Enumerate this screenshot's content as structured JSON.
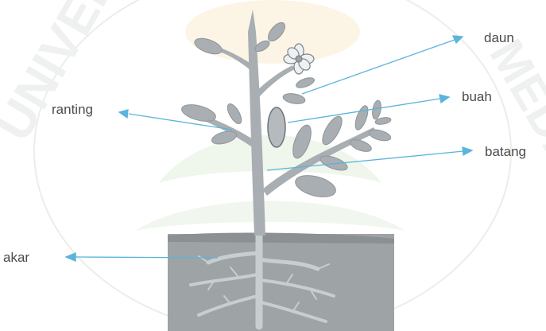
{
  "labels": {
    "daun": "daun",
    "buah": "buah",
    "ranting": "ranting",
    "batang": "batang",
    "akar": "akar"
  },
  "colors": {
    "arrow": "#5ab4dc",
    "plant": "#a8aeb2",
    "plant_dark": "#8f9599",
    "soil": "#9ea3a6",
    "soil_dark": "#8a9093",
    "flower": "#eef1f2",
    "root": "#c8cdd0",
    "label": "#4a4a4a",
    "watermark_gold": "#f3dcae",
    "watermark_green": "#e4f0e0"
  }
}
